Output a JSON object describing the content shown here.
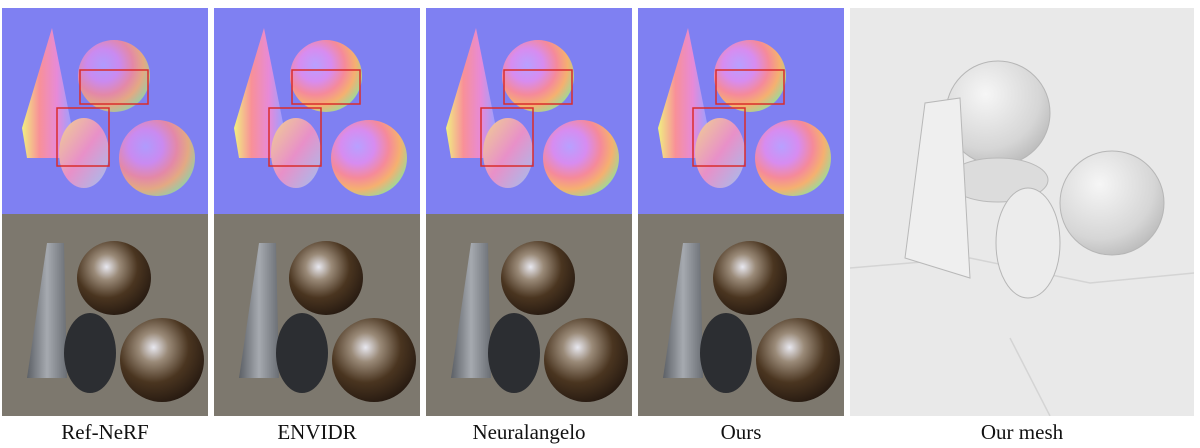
{
  "captions": {
    "p1": "Ref-NeRF",
    "p2": "ENVIDR",
    "p3": "Neuralangelo",
    "p4": "Ours",
    "p5": "Our mesh"
  },
  "colors": {
    "normal_bg": "#7f80f2",
    "photo_ground": "#7d786e",
    "mesh_bg": "#e9e9e9",
    "highlight_box": "#d92c2c"
  }
}
